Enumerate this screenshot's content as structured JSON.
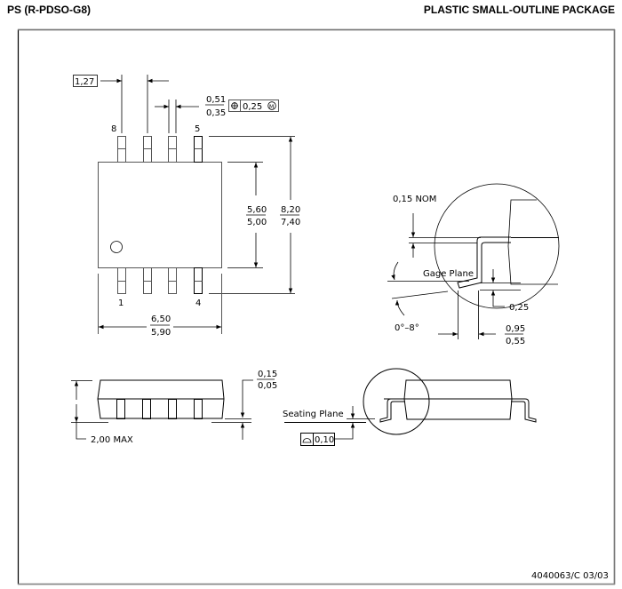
{
  "header": {
    "left_title": "PS (R-PDSO-G8)",
    "right_title": "PLASTIC SMALL-OUTLINE PACKAGE"
  },
  "top_view": {
    "pin_pitch": "1,27",
    "lead_width_max": "0,51",
    "lead_width_min": "0,35",
    "position_tolerance_symbol": "⊕",
    "position_tolerance": "0,25",
    "mmc_symbol": "Ⓜ",
    "pin_labels": {
      "pin8": "8",
      "pin5": "5",
      "pin1": "1",
      "pin4": "4"
    },
    "body_width_max": "5,60",
    "body_width_min": "5,00",
    "overall_width_max": "8,20",
    "overall_width_min": "7,40",
    "body_length_max": "6,50",
    "body_length_min": "5,90"
  },
  "side_view": {
    "standoff_max": "0,15",
    "standoff_min": "0,05",
    "height_label": "2,00 MAX"
  },
  "detail_view": {
    "lead_thickness": "0,15 NOM",
    "gage_plane_label": "Gage Plane",
    "gage_height": "0,25",
    "angle_range": "0°–8°",
    "foot_length_max": "0,95",
    "foot_length_min": "0,55"
  },
  "end_view": {
    "seating_plane_label": "Seating Plane",
    "coplanarity_symbol": "⌓",
    "coplanarity": "0,10"
  },
  "footer": {
    "drawing_number": "4040063/C 03/03"
  }
}
